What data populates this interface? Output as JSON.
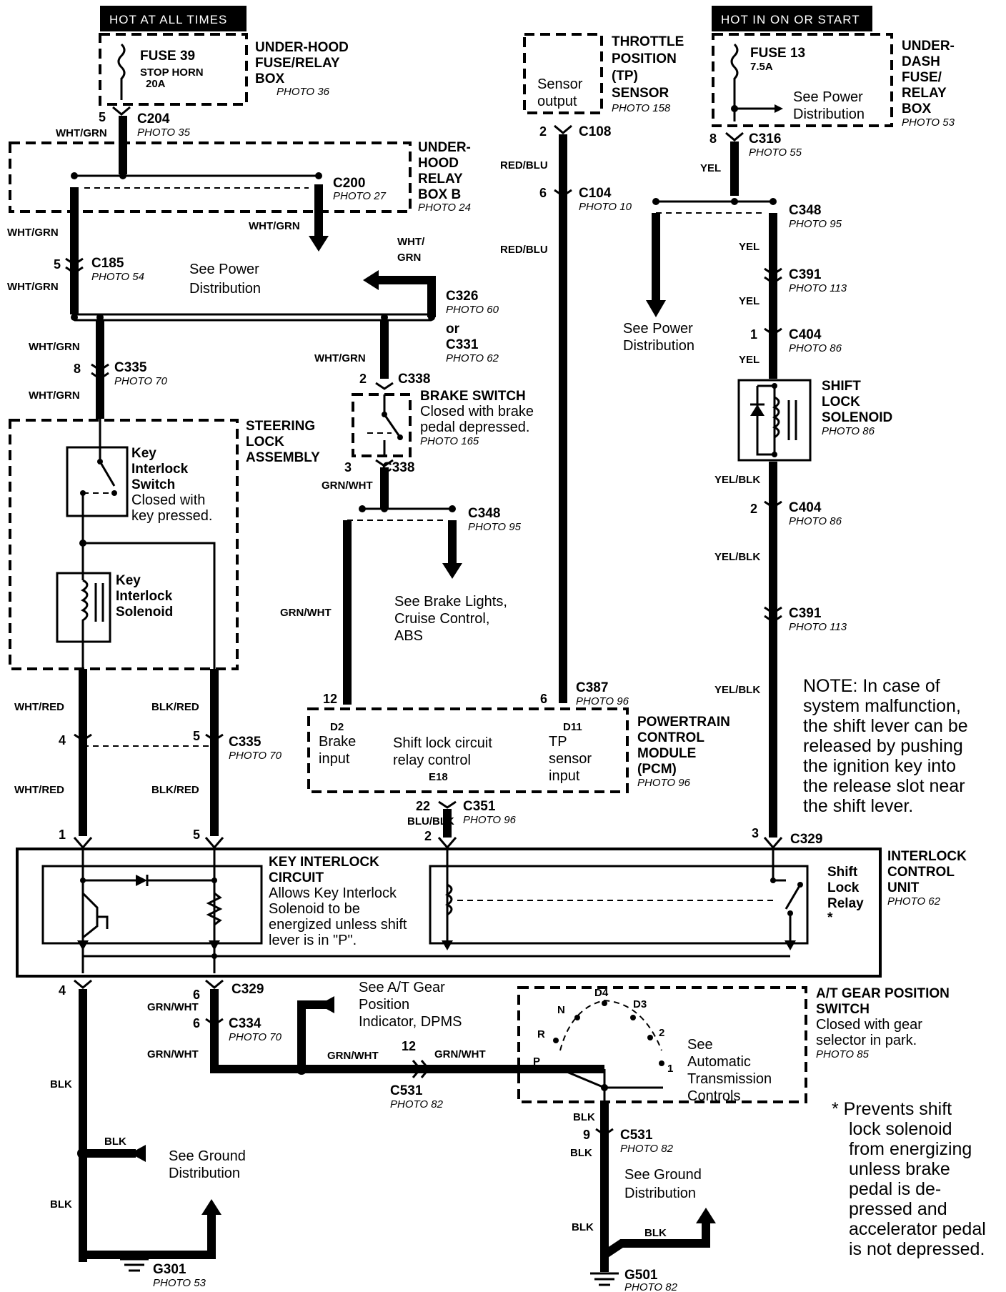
{
  "hot_left": "HOT AT ALL TIMES",
  "hot_right": "HOT IN ON OR START",
  "fuse39": {
    "name": "FUSE 39",
    "desc": "STOP HORN",
    "amps": "20A"
  },
  "uh_box": {
    "l1": "UNDER-HOOD",
    "l2": "FUSE/RELAY",
    "l3": "BOX",
    "photo": "PHOTO 36"
  },
  "tp": {
    "l1": "THROTTLE",
    "l2": "POSITION",
    "l3": "(TP)",
    "l4": "SENSOR",
    "photo": "PHOTO 158",
    "in1": "Sensor",
    "in2": "output"
  },
  "fuse13": {
    "name": "FUSE 13",
    "amps": "7.5A",
    "see1": "See Power",
    "see2": "Distribution"
  },
  "ud_box": {
    "l1": "UNDER-",
    "l2": "DASH",
    "l3": "FUSE/",
    "l4": "RELAY",
    "l5": "BOX",
    "photo": "PHOTO 53"
  },
  "c204": {
    "pin": "5",
    "name": "C204",
    "photo": "PHOTO 35"
  },
  "c108": {
    "pin": "2",
    "name": "C108"
  },
  "c316": {
    "pin": "8",
    "name": "C316",
    "photo": "PHOTO 55"
  },
  "relayb": {
    "l1": "UNDER-",
    "l2": "HOOD",
    "l3": "RELAY",
    "l4": "BOX B",
    "photo": "PHOTO 24"
  },
  "c200": {
    "name": "C200",
    "photo": "PHOTO 27"
  },
  "c104": {
    "pin": "6",
    "name": "C104",
    "photo": "PHOTO 10"
  },
  "c348a": {
    "name": "C348",
    "photo": "PHOTO 95"
  },
  "c185": {
    "pin": "5",
    "name": "C185",
    "photo": "PHOTO 54"
  },
  "c391a": {
    "name": "C391",
    "photo": "PHOTO 113"
  },
  "see_power_1": {
    "l1": "See Power",
    "l2": "Distribution"
  },
  "see_power_2": {
    "l1": "See Power",
    "l2": "Distribution"
  },
  "c326": {
    "name": "C326",
    "photo": "PHOTO 60",
    "or": "or",
    "alt": "C331",
    "alt_photo": "PHOTO 62"
  },
  "c404a": {
    "pin": "1",
    "name": "C404",
    "photo": "PHOTO 86"
  },
  "c335a": {
    "pin": "8",
    "name": "C335",
    "photo": "PHOTO 70"
  },
  "c338a": {
    "pin": "2",
    "name": "C338"
  },
  "c338b": {
    "pin": "3",
    "name": "C338"
  },
  "brake": {
    "title": "BRAKE SWITCH",
    "d1": "Closed with brake",
    "d2": "pedal depressed.",
    "photo": "PHOTO 165"
  },
  "shift_sol": {
    "l1": "SHIFT",
    "l2": "LOCK",
    "l3": "SOLENOID",
    "photo": "PHOTO 86"
  },
  "steering": {
    "l1": "STEERING",
    "l2": "LOCK",
    "l3": "ASSEMBLY"
  },
  "kis": {
    "l1": "Key",
    "l2": "Interlock",
    "l3": "Switch",
    "d1": "Closed with",
    "d2": "key pressed."
  },
  "kisol": {
    "l1": "Key",
    "l2": "Interlock",
    "l3": "Solenoid"
  },
  "c348b": {
    "name": "C348",
    "photo": "PHOTO 95"
  },
  "c404b": {
    "pin": "2",
    "name": "C404",
    "photo": "PHOTO 86"
  },
  "see_brake": {
    "l1": "See Brake Lights,",
    "l2": "Cruise Control,",
    "l3": "ABS"
  },
  "c391b": {
    "name": "C391",
    "photo": "PHOTO 113"
  },
  "c387": {
    "name": "C387",
    "photo": "PHOTO 96",
    "pin_l": "12",
    "pin_r": "6"
  },
  "pcm": {
    "t1": "POWERTRAIN",
    "t2": "CONTROL",
    "t3": "MODULE",
    "t4": "(PCM)",
    "photo": "PHOTO 96",
    "d2": "D2",
    "brake1": "Brake",
    "brake2": "input",
    "mid1": "Shift lock circuit",
    "mid2": "relay control",
    "e18": "E18",
    "d11": "D11",
    "tp1": "TP",
    "tp2": "sensor",
    "tp3": "input"
  },
  "note": {
    "l1": "NOTE: In case of",
    "l2": "system malfunction,",
    "l3": "the shift lever can be",
    "l4": "released by pushing",
    "l5": "the ignition key into",
    "l6": "the release slot near",
    "l7": "the shift  lever."
  },
  "c335b": {
    "pin_l": "4",
    "pin": "5",
    "name": "C335",
    "photo": "PHOTO 70"
  },
  "c351": {
    "pin_top": "22",
    "pin": "2",
    "name": "C351",
    "photo": "PHOTO 96"
  },
  "icu": {
    "pin1": "1",
    "pin5": "5",
    "pin3": "3",
    "c329": "C329",
    "t1": "INTERLOCK",
    "t2": "CONTROL",
    "t3": "UNIT",
    "photo": "PHOTO 62"
  },
  "kic": {
    "t1": "KEY INTERLOCK",
    "t2": "CIRCUIT",
    "d1": "Allows Key Interlock",
    "d2": "Solenoid to be",
    "d3": "energized unless shift",
    "d4": "lever is in \"P\"."
  },
  "relay": {
    "l1": "Shift",
    "l2": "Lock",
    "l3": "Relay",
    "star": "*"
  },
  "c329b": {
    "pin_l": "4",
    "pin": "6",
    "name": "C329"
  },
  "c334": {
    "pin": "6",
    "name": "C334",
    "photo": "PHOTO 70"
  },
  "see_at": {
    "l1": "See A/T Gear",
    "l2": "Position",
    "l3": "Indicator, DPMS"
  },
  "c531a": {
    "pin": "12",
    "name": "C531",
    "photo": "PHOTO 82"
  },
  "atgear": {
    "t1": "A/T GEAR POSITION",
    "t2": "SWITCH",
    "d1": "Closed with gear",
    "d2": "selector in park.",
    "photo": "PHOTO 85",
    "see1": "See",
    "see2": "Automatic",
    "see3": "Transmission",
    "see4": "Controls",
    "positions": [
      "N",
      "D4",
      "D3",
      "R",
      "2",
      "P",
      "1"
    ]
  },
  "c531b": {
    "pin": "9",
    "name": "C531",
    "photo": "PHOTO 82"
  },
  "see_ground_1": {
    "l1": "See Ground",
    "l2": "Distribution"
  },
  "see_ground_2": {
    "l1": "See Ground",
    "l2": "Distribution"
  },
  "g301": {
    "name": "G301",
    "photo": "PHOTO 53"
  },
  "g501": {
    "name": "G501",
    "photo": "PHOTO 82"
  },
  "footnote": {
    "l1": "* Prevents shift",
    "l2": "lock solenoid",
    "l3": "from energizing",
    "l4": "unless brake",
    "l5": "pedal is de-",
    "l6": "pressed and",
    "l7": "accelerator pedal",
    "l8": "is not depressed."
  },
  "wires": {
    "wht_grn": "WHT/GRN",
    "wht_g": "WHT/",
    "grn": "GRN",
    "red_blu": "RED/BLU",
    "yel": "YEL",
    "grn_wht": "GRN/WHT",
    "yel_blk": "YEL/BLK",
    "wht_red": "WHT/RED",
    "blk_red": "BLK/RED",
    "blu_blk": "BLU/BLK",
    "blk": "BLK"
  }
}
